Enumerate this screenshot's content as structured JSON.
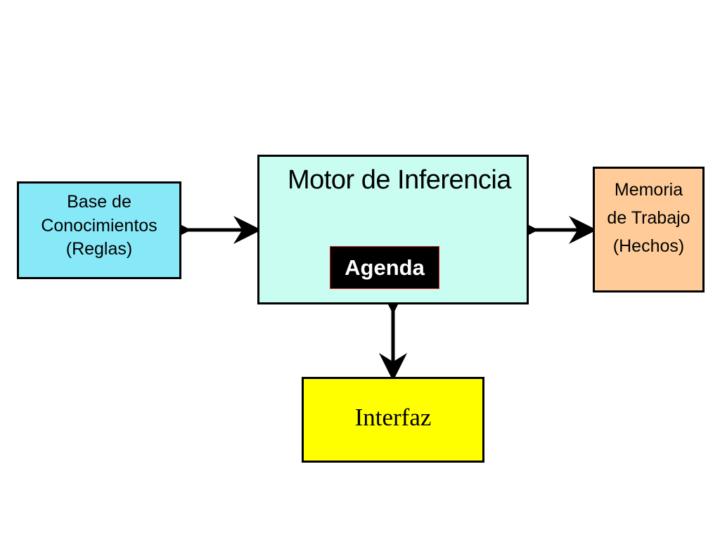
{
  "colors": {
    "knowledge_base_fill": "#87e9f7",
    "engine_fill": "#c9fdf2",
    "agenda_fill": "#000000",
    "agenda_text": "#ffffff",
    "working_memory_fill": "#ffcc99",
    "interface_fill": "#ffff00"
  },
  "knowledge_base": {
    "line1": "Base de",
    "line2": "Conocimientos",
    "line3": "(Reglas)"
  },
  "inference_engine": {
    "title": "Motor de Inferencia",
    "agenda": "Agenda"
  },
  "working_memory": {
    "line1": "Memoria",
    "line2": "de Trabajo",
    "line3": "(Hechos)"
  },
  "interface": {
    "label": "Interfaz"
  },
  "connections": [
    {
      "from": "knowledge_base",
      "to": "inference_engine",
      "style": "bidirectional"
    },
    {
      "from": "inference_engine",
      "to": "working_memory",
      "style": "bidirectional"
    },
    {
      "from": "inference_engine",
      "to": "interface",
      "style": "bidirectional"
    }
  ]
}
